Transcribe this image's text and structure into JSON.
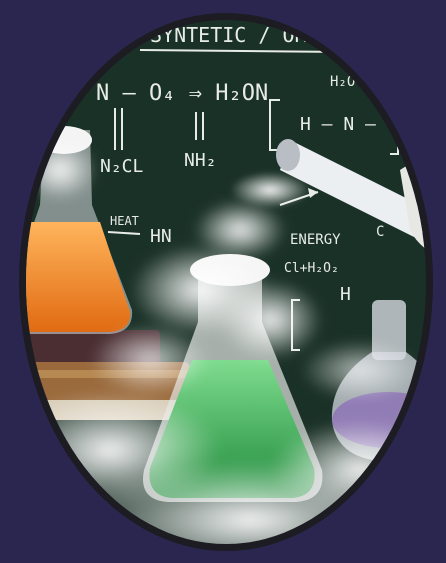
{
  "background_color": "#2b2650",
  "frame_color": "#1c1c22",
  "photo": {
    "subject": "chemistry-experiment",
    "board_color": "#1f3a2e",
    "chalk_color": "#e8ece6",
    "flask_colors": {
      "orange": "#f08a24",
      "green": "#2fae4e",
      "purple": "#8e73b6"
    },
    "chalkboard_text": {
      "header": "SYNTETIC / ORGA",
      "formula_1": "N — O₄ ⇒ H₂ON",
      "formula_2": "NH₂",
      "formula_3": "N₂CL",
      "label_heat": "HEAT",
      "label_hn": "HN",
      "label_energy": "ENERGY",
      "formula_4": "H₂O",
      "formula_5": "H — N —",
      "formula_6": "Cl+H₂O₂",
      "formula_7": "H",
      "formula_8": "C"
    }
  }
}
